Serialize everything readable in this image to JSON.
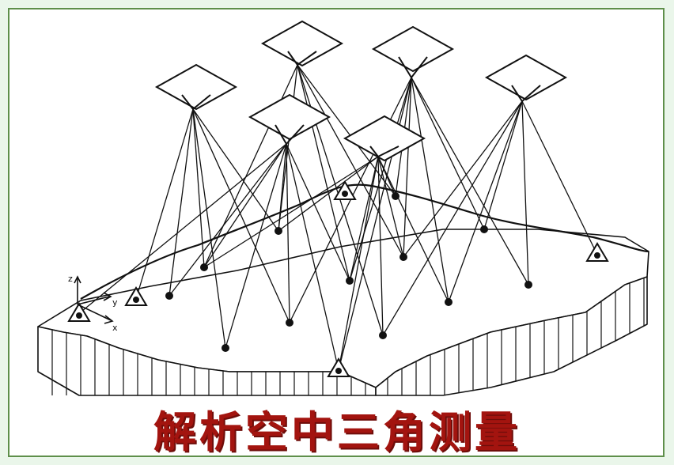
{
  "title": "解析空中三角测量",
  "axis_labels": {
    "z": "z",
    "y": "y",
    "x": "x"
  },
  "colors": {
    "background": "#eaf6ea",
    "frame_border": "#5e8f4a",
    "line": "#111111",
    "title": "#a3140f"
  }
}
